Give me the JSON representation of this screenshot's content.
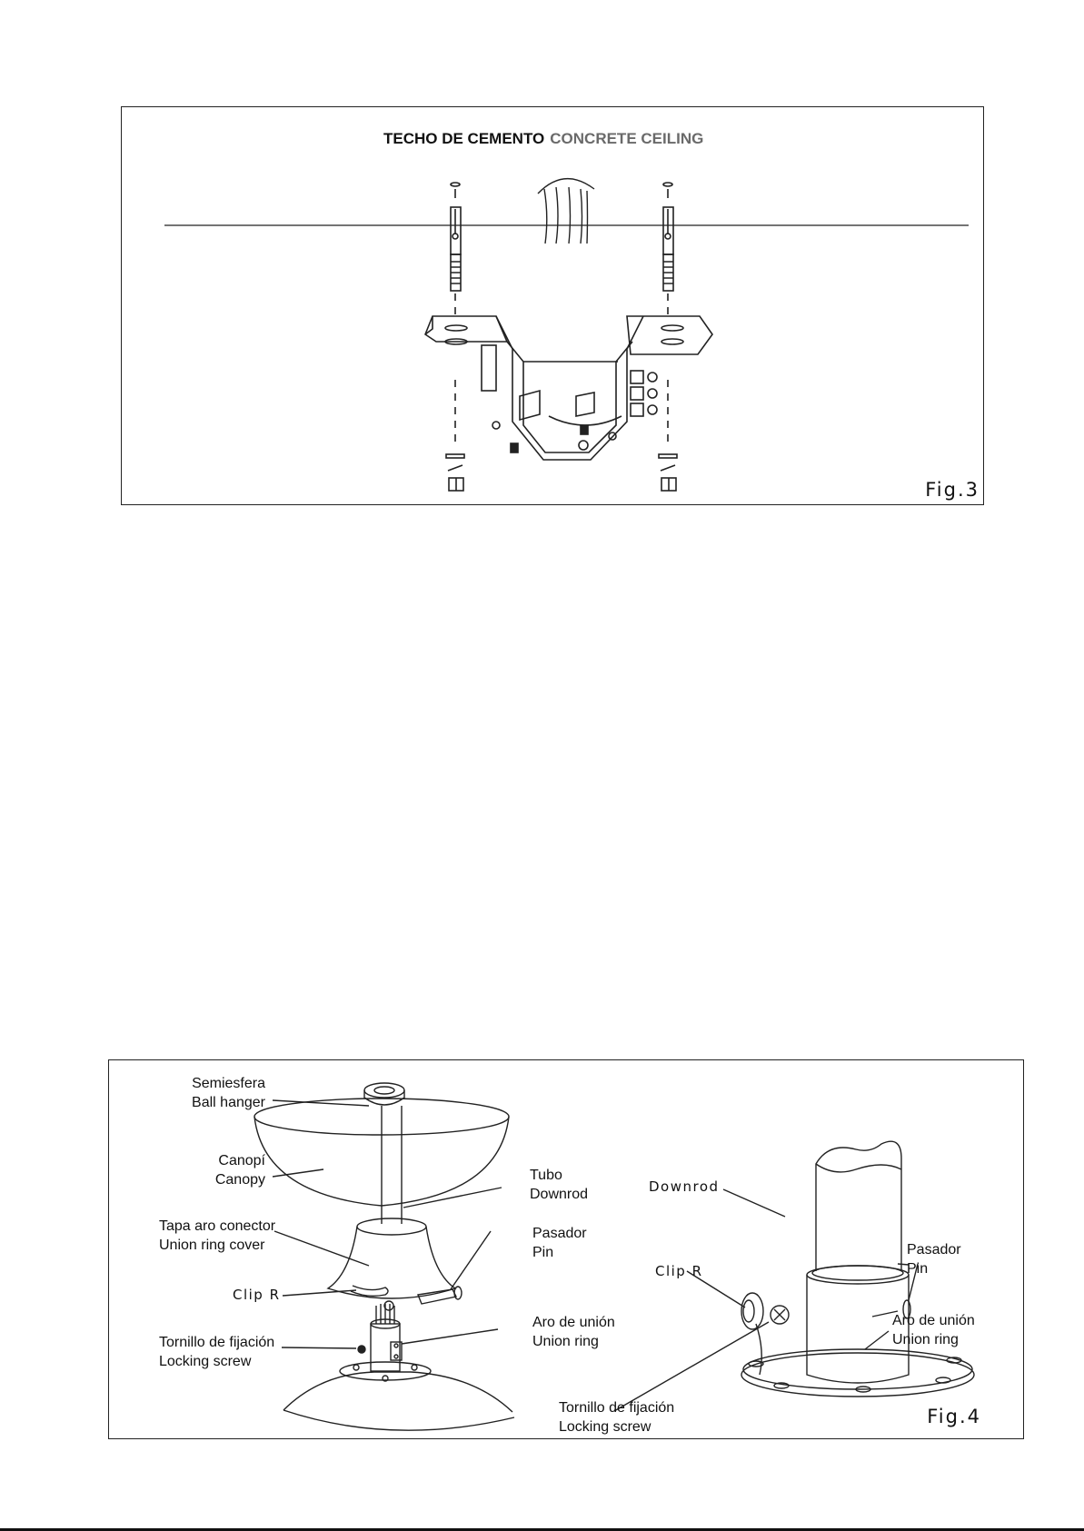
{
  "fig3": {
    "title_es": "TECHO DE CEMENTO",
    "title_en": "CONCRETE CEILING",
    "label": "Fig.3"
  },
  "fig4": {
    "label": "Fig.4",
    "left": {
      "ball_hanger": [
        "Semiesfera",
        "Ball hanger"
      ],
      "canopy": [
        "Canopí",
        "Canopy"
      ],
      "union_ring_cover": [
        "Tapa aro conector",
        "Union ring cover"
      ],
      "clip_r": "Clip R",
      "locking_screw": [
        "Tornillo de fijación",
        "Locking screw"
      ],
      "downrod": [
        "Tubo",
        "Downrod"
      ],
      "pin": [
        "Pasador",
        "Pin"
      ],
      "union_ring": [
        "Aro de unión",
        "Union ring"
      ]
    },
    "right": {
      "downrod": "Downrod",
      "clip_r": "Clip R",
      "pin": [
        "Pasador",
        "Pin"
      ],
      "union_ring": [
        "Aro de unión",
        "Union ring"
      ],
      "locking_screw": [
        "Tornillo de fijación",
        "Locking screw"
      ]
    }
  }
}
